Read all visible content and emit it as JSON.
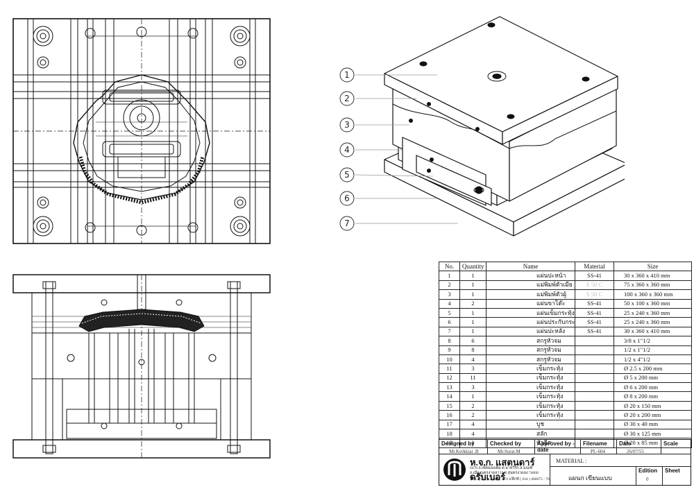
{
  "callouts": [
    "1",
    "2",
    "3",
    "4",
    "5",
    "6",
    "7"
  ],
  "table": {
    "headers": [
      "No.",
      "Quantity",
      "Name",
      "Material",
      "Size"
    ],
    "rows": [
      [
        "1",
        "1",
        "แผ่นปะหน้า",
        "SS-41",
        "30 x 360 x 410 mm"
      ],
      [
        "2",
        "1",
        "แม่พิมพ์ตัวเมีย",
        "S 50 C",
        "75 x 360 x 360 mm"
      ],
      [
        "3",
        "1",
        "แม่พิมพ์ตัวผู้",
        "S 50 C",
        "100 x 360 x 360 mm"
      ],
      [
        "4",
        "2",
        "แผ่นขาโต๊ะ",
        "SS-41",
        "50 x 100 x 360 mm"
      ],
      [
        "5",
        "1",
        "แผ่นเข็มกระทุ้ง",
        "SS-41",
        "25 x 240 x 360 mm"
      ],
      [
        "6",
        "1",
        "แผ่นประกับกระทุ้ง",
        "SS-41",
        "25 x 240 x 360 mm"
      ],
      [
        "7",
        "1",
        "แผ่นปะหลัง",
        "SS-41",
        "30 x 360 x 410 mm"
      ],
      [
        "8",
        "6",
        "สกรูหัวจม",
        "",
        "3/8 x 1\"1/2"
      ],
      [
        "9",
        "8",
        "สกรูหัวจม",
        "",
        "1/2 x 1\"1/2"
      ],
      [
        "10",
        "4",
        "สกรูหัวจม",
        "",
        "1/2 x 4\"1/2"
      ],
      [
        "11",
        "3",
        "เข็มกระทุ้ง",
        "",
        "Ø 2.5 x 200 mm"
      ],
      [
        "12",
        "11",
        "เข็มกระทุ้ง",
        "",
        "Ø 5 x 200 mm"
      ],
      [
        "13",
        "3",
        "เข็มกระทุ้ง",
        "",
        "Ø 6 x 200 mm"
      ],
      [
        "14",
        "1",
        "เข็มกระทุ้ง",
        "",
        "Ø 8 x 200 mm"
      ],
      [
        "15",
        "2",
        "เข็มกระทุ้ง",
        "",
        "Ø 20 x 150 mm"
      ],
      [
        "16",
        "2",
        "เข็มกระทุ้ง",
        "",
        "Ø 20 x 200 mm"
      ],
      [
        "17",
        "4",
        "บูช",
        "",
        "Ø 30 x 40 mm"
      ],
      [
        "18",
        "4",
        "สลัก",
        "",
        "Ø 30 x 125 mm"
      ],
      [
        "19",
        "1",
        "หัวฉีด",
        "",
        "Ø 20 x 85 mm"
      ]
    ],
    "faded_material": "S 50 C"
  },
  "title_block": {
    "designed_by_label": "Designed by",
    "designed_by": "Mr.Kerkkiat .B",
    "checked_by_label": "Checked by",
    "checked_by": "Mr.Surat.M",
    "approved_by_label": "Approved by - date",
    "filename_label": "Filename",
    "filename": "PL-604",
    "date_label": "Date",
    "date": "26/07/55",
    "scale_label": "Scale",
    "company": "ห.จ.ก. แสตนดาร์ดรับเบอร์",
    "address_1": "6470 ถ.เพี้ยนลงเต็ม ต.นาทวีรัก ส.มณฑ์",
    "address_2": "ถ.เมืองนครงาดลาวา ถ.สุนทรงาดอง 74000",
    "address_3": "โทร. ( 034 ) 466067 - 74 แฟ็กซ์ ( 034 ) 466075 - 76",
    "material_label": "MATERIAL :",
    "drawing_title": "แผนก เขียนแบบ",
    "edition_label": "Edition",
    "edition": "0",
    "sheet_label": "Sheet"
  }
}
